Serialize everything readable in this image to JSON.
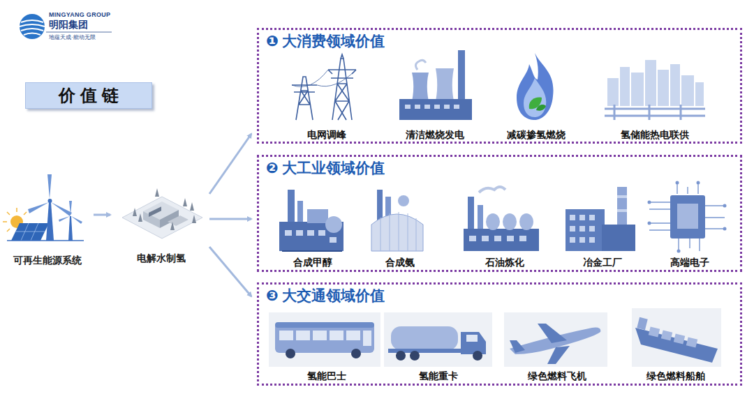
{
  "diagram": {
    "title": "价 值 链",
    "nodes": [
      {
        "text": [
          "可再生能源系统"
        ]
      },
      {
        "text": [
          "电解水制氢"
        ]
      },
      {
        "text": [
          "❶",
          "大消费领域价值"
        ]
      },
      {
        "text": [
          "电网调峰"
        ],
        "in": 2
      },
      {
        "text": [
          "清洁燃烧发电"
        ],
        "in": 2
      },
      {
        "text": [
          "减碳掺氢燃烧"
        ],
        "in": 2
      },
      {
        "text": [
          "氢储能热电联供"
        ],
        "in": 2
      },
      {
        "text": [
          "❷",
          "大工业领域价值"
        ]
      },
      {
        "text": [
          "合成甲醇"
        ],
        "in": 7
      },
      {
        "text": [
          "合成氨"
        ],
        "in": 7
      },
      {
        "text": [
          "石油炼化"
        ],
        "in": 7
      },
      {
        "text": [
          "冶金工厂"
        ],
        "in": 7
      },
      {
        "text": [
          "高端电子"
        ],
        "in": 7
      },
      {
        "text": [
          "❸",
          "大交通领域价值"
        ]
      },
      {
        "text": [
          "氢能巴士"
        ],
        "in": 13
      },
      {
        "text": [
          "氢能重卡"
        ],
        "in": 13
      },
      {
        "text": [
          "绿色燃料飞机"
        ],
        "in": 13
      },
      {
        "text": [
          "绿色燃料船舶"
        ],
        "in": 13
      }
    ],
    "edges": [
      {
        "from": 0,
        "to": 1,
        "arrow": "to"
      },
      {
        "from": 1,
        "to": 2,
        "arrow": "to"
      },
      {
        "from": 1,
        "to": 7,
        "arrow": "to"
      },
      {
        "from": 1,
        "to": 13,
        "arrow": "to"
      }
    ],
    "labels": [
      "MINGYANG GROUP",
      "明阳集团",
      "地蕴天成·能动无限"
    ]
  }
}
